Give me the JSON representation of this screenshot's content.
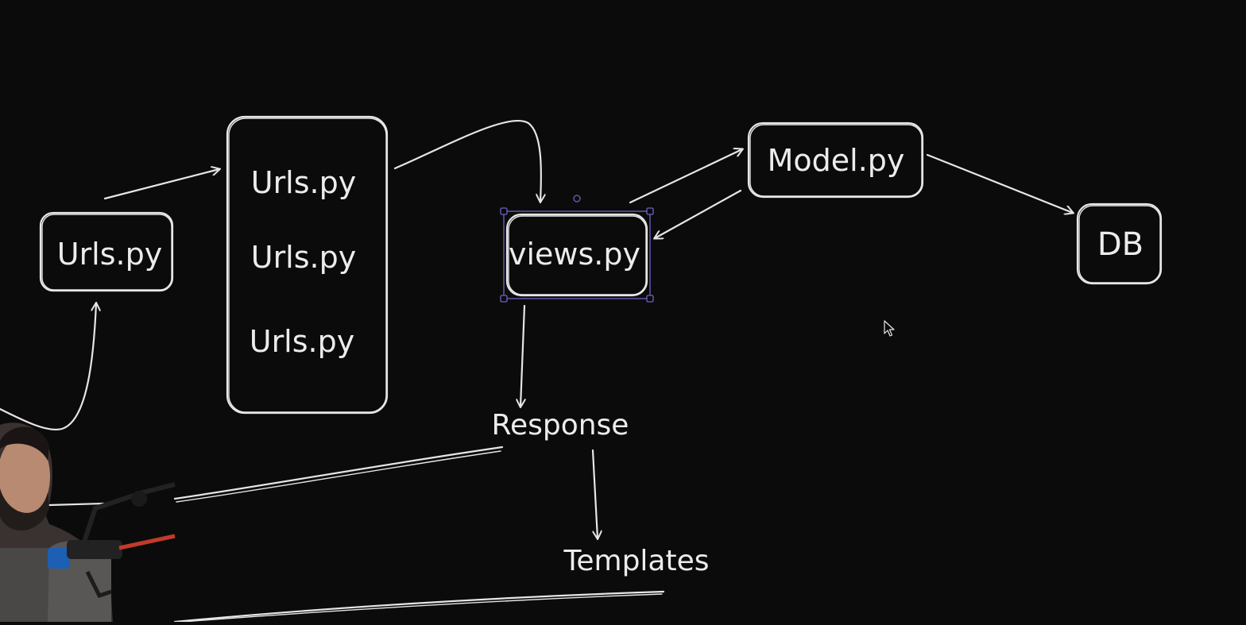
{
  "diagram": {
    "nodes": {
      "urls_left": "Urls.py",
      "urls_stack": [
        "Urls.py",
        "Urls.py",
        "Urls.py"
      ],
      "views": "views.py",
      "model": "Model.py",
      "db": "DB",
      "response": "Response",
      "templates": "Templates"
    }
  },
  "colors": {
    "background": "#0b0b0b",
    "stroke": "#e6e6e6",
    "selection": "#6c63c4"
  },
  "icons": {
    "cursor": "mouse-pointer-icon",
    "presenter": "webcam-presenter-overlay"
  }
}
